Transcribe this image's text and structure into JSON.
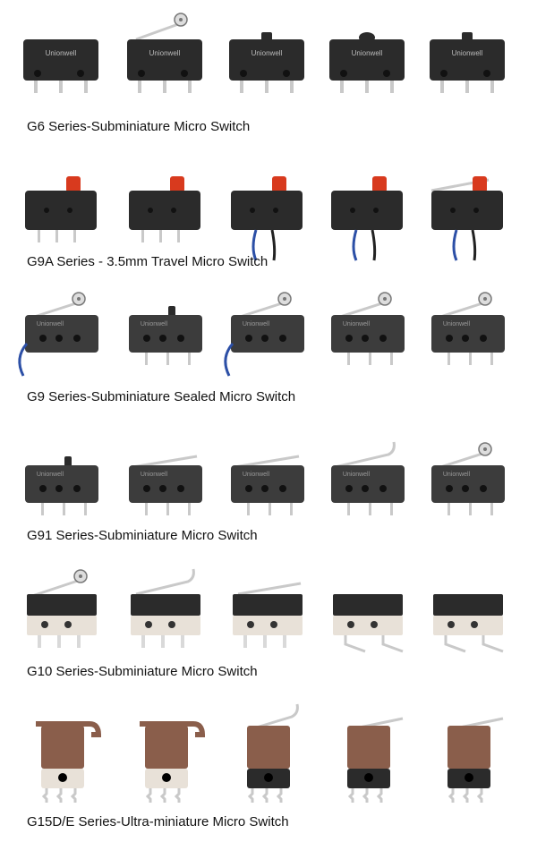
{
  "sections": [
    {
      "caption": "G6 Series-Subminiature Micro Switch",
      "style": "g6",
      "brand": "Unionwell",
      "variants": [
        "pin-plunger",
        "roller-lever",
        "button",
        "round-button",
        "square-button"
      ]
    },
    {
      "caption": "G9A Series - 3.5mm Travel Micro Switch",
      "style": "g9a",
      "variants": [
        "red-button-pcb",
        "red-button-pcb",
        "red-button-wire",
        "red-button-wire",
        "red-button-lever-wire"
      ]
    },
    {
      "caption": "G9 Series-Subminiature Sealed Micro Switch",
      "style": "g9",
      "brand": "Unionwell",
      "variants": [
        "roller-lever-wire",
        "pin-plunger",
        "roller-lever-wire",
        "long-roller-lever",
        "long-roller-lever"
      ]
    },
    {
      "caption": "G91 Series-Subminiature Micro Switch",
      "style": "g91",
      "brand": "Unionwell",
      "variants": [
        "pin-plunger",
        "hinge-lever",
        "long-hinge-lever",
        "simulated-roller-lever",
        "roller-lever"
      ]
    },
    {
      "caption": "G10 Series-Subminiature Micro Switch",
      "style": "g10",
      "variants": [
        "roller-lever",
        "simulated-roller-lever",
        "hinge-lever",
        "right-angle",
        "right-angle"
      ]
    },
    {
      "caption": "G15D/E Series-Ultra-miniature Micro Switch",
      "style": "g15",
      "variants": [
        "hook-lever",
        "hook-lever",
        "simulated-roller-lever",
        "hinge-lever",
        "hinge-lever"
      ]
    }
  ],
  "colors": {
    "body_dark": "#2b2b2b",
    "body_gray": "#3c3c3c",
    "red_button": "#d83a1e",
    "metal": "#c9c9c9",
    "base_white": "#e8e1d8",
    "brown": "#8a5e4b",
    "wire_blue": "#2c4fa6"
  }
}
